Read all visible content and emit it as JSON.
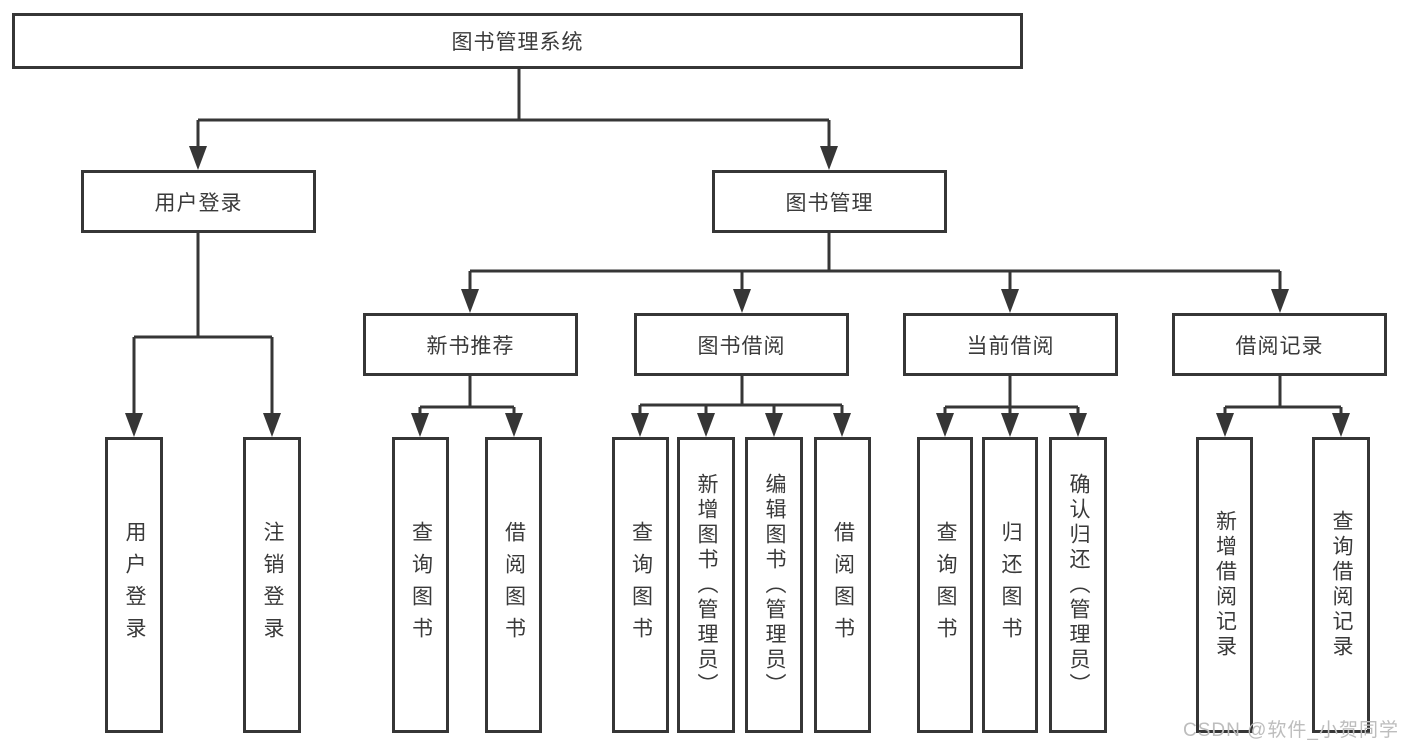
{
  "colors": {
    "line": "#363636",
    "text": "#3a3a3a",
    "watermark": "#bdbdbd",
    "background": "#ffffff"
  },
  "watermark": "CSDN @软件_小贺同学",
  "diagram": {
    "root": {
      "label": "图书管理系统"
    },
    "branches": [
      {
        "label": "用户登录",
        "children": [
          {
            "label": "用户登录"
          },
          {
            "label": "注销登录"
          }
        ]
      },
      {
        "label": "图书管理",
        "children": [
          {
            "label": "新书推荐",
            "children": [
              {
                "label": "查询图书"
              },
              {
                "label": "借阅图书"
              }
            ]
          },
          {
            "label": "图书借阅",
            "children": [
              {
                "label": "查询图书"
              },
              {
                "label": "新增图书（管理员）"
              },
              {
                "label": "编辑图书（管理员）"
              },
              {
                "label": "借阅图书"
              }
            ]
          },
          {
            "label": "当前借阅",
            "children": [
              {
                "label": "查询图书"
              },
              {
                "label": "归还图书"
              },
              {
                "label": "确认归还（管理员）"
              }
            ]
          },
          {
            "label": "借阅记录",
            "children": [
              {
                "label": "新增借阅记录"
              },
              {
                "label": "查询借阅记录"
              }
            ]
          }
        ]
      }
    ]
  }
}
